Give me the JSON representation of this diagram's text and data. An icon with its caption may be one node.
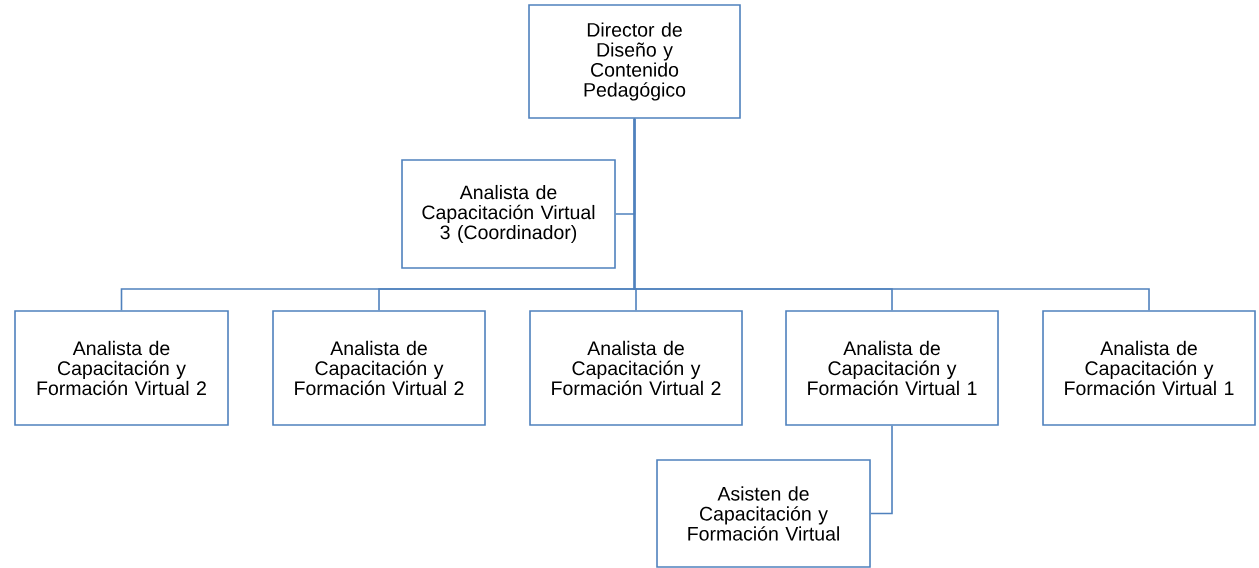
{
  "diagram": {
    "nodes": [
      {
        "text": [
          "Director de Diseño y Contenido Pedagógico"
        ]
      },
      {
        "text": [
          "Analista de Capacitación Virtual 3 (Coordinador)"
        ]
      },
      {
        "text": [
          "Analista de Capacitación y Formación Virtual 2"
        ]
      },
      {
        "text": [
          "Analista de Capacitación y Formación Virtual 2"
        ]
      },
      {
        "text": [
          "Analista de Capacitación y Formación Virtual 2"
        ]
      },
      {
        "text": [
          "Analista de Capacitación y Formación Virtual 1"
        ]
      },
      {
        "text": [
          "Analista de Capacitación y Formación Virtual 1"
        ]
      },
      {
        "text": [
          "Asisten de Capacitación y Formación Virtual"
        ]
      }
    ],
    "edges": [
      {
        "from": 0,
        "to": 1,
        "arrow": "none"
      },
      {
        "from": 0,
        "to": 2,
        "arrow": "none"
      },
      {
        "from": 0,
        "to": 3,
        "arrow": "none"
      },
      {
        "from": 0,
        "to": 4,
        "arrow": "none"
      },
      {
        "from": 0,
        "to": 5,
        "arrow": "none"
      },
      {
        "from": 0,
        "to": 6,
        "arrow": "none"
      },
      {
        "from": 5,
        "to": 7,
        "arrow": "none"
      }
    ]
  }
}
